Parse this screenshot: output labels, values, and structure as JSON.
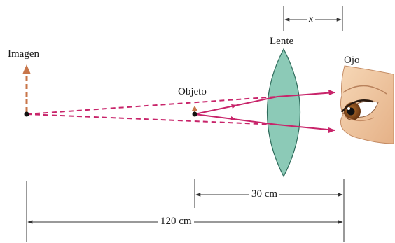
{
  "labels": {
    "image": "Imagen",
    "lens": "Lente",
    "eye": "Ojo",
    "object": "Objeto",
    "x": "x",
    "dist_30": "30 cm",
    "dist_120": "120 cm"
  },
  "colors": {
    "ray": "#c8246a",
    "image_arrow": "#c8764a",
    "lens_fill": "#8ccab7",
    "lens_stroke": "#2e6b5b",
    "dimension": "#333333",
    "skin": "#f2caa2",
    "iris": "#8a4a1c"
  },
  "icons": {
    "eye": "eye-illustration"
  }
}
